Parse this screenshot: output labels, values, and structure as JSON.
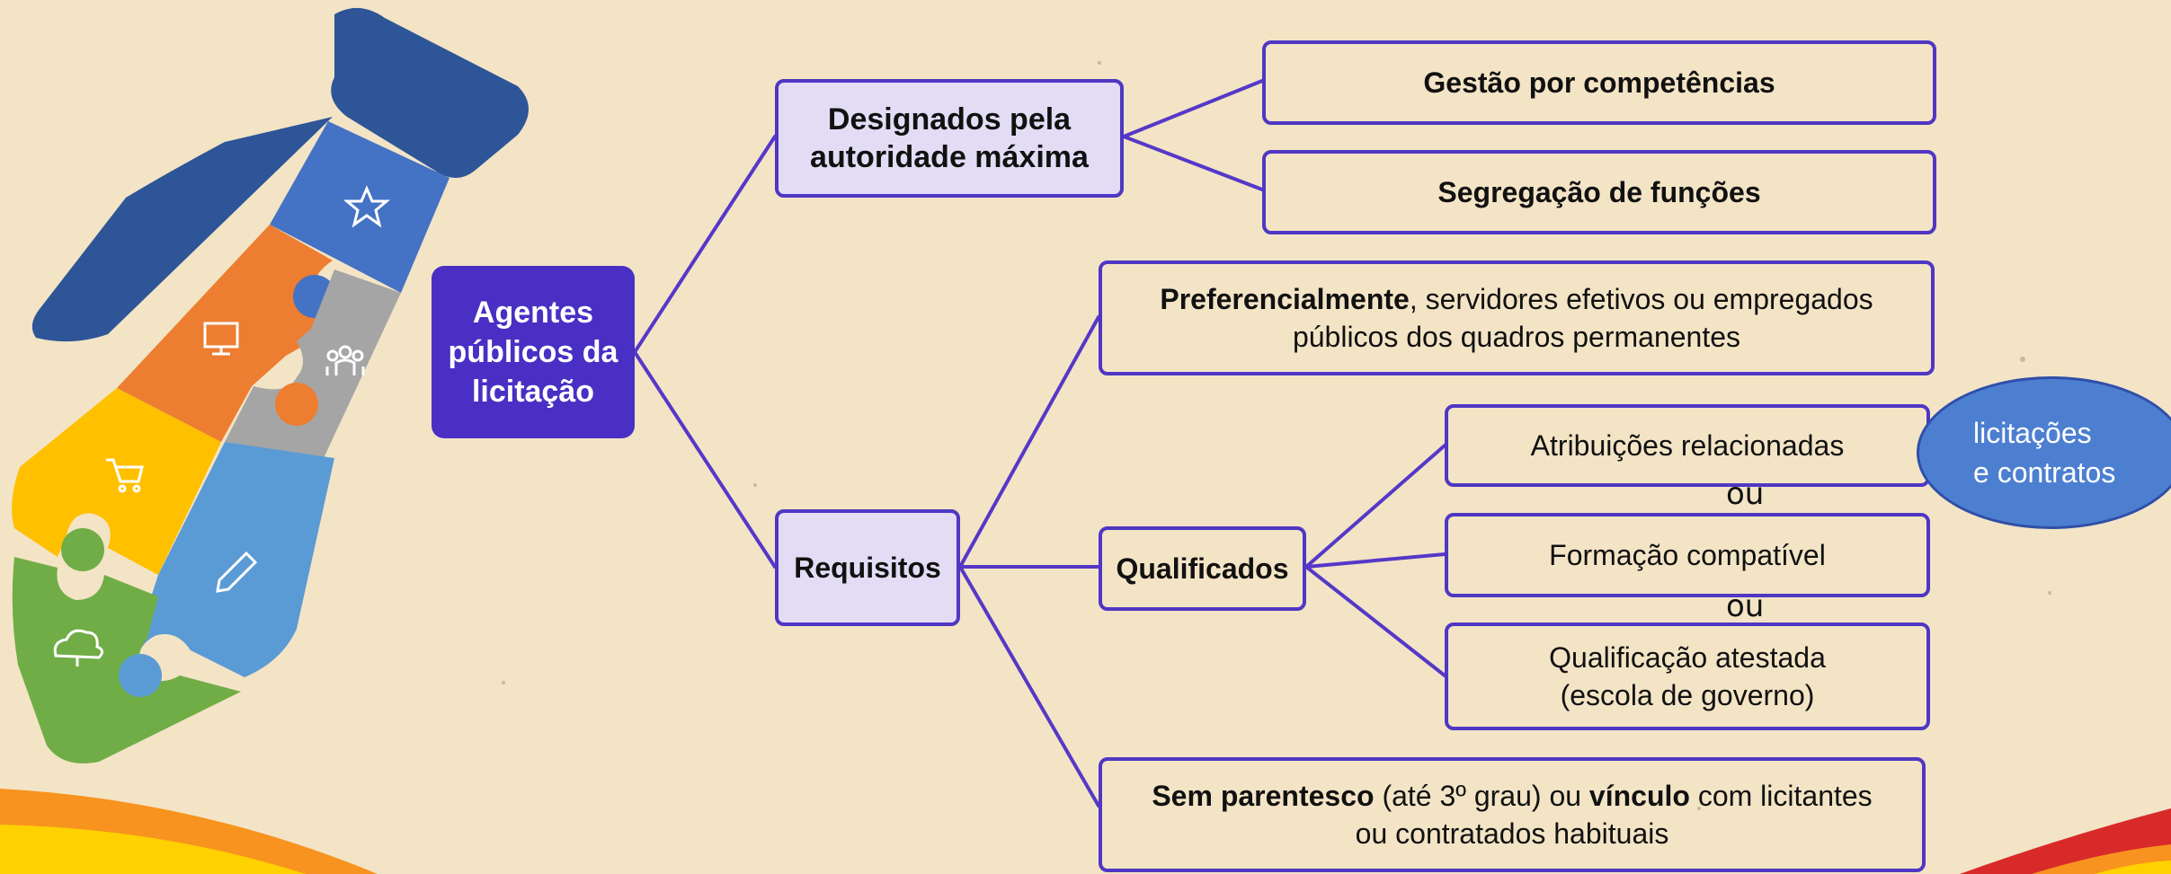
{
  "root": {
    "line1": "Agentes",
    "line2": "públicos da",
    "line3": "licitação"
  },
  "branch_designados": {
    "line1": "Designados pela",
    "line2": "autoridade máxima"
  },
  "gestao": "Gestão por competências",
  "segregacao": "Segregação de funções",
  "branch_requisitos": "Requisitos",
  "preferencial": {
    "bold": "Preferencialmente",
    "rest": ", servidores efetivos ou empregados",
    "line2": "públicos dos quadros permanentes"
  },
  "qualificados": "Qualificados",
  "atribuicoes": "Atribuições relacionadas",
  "ou1": "ou",
  "formacao": "Formação compatível",
  "ou2": "ou",
  "qualificacao": {
    "line1": "Qualificação atestada",
    "line2": "(escola de governo)"
  },
  "parentesco": {
    "bold1": "Sem parentesco",
    "mid": " (até 3º grau) ou ",
    "bold2": "vínculo",
    "rest": " com licitantes",
    "line2": "ou contratados habituais"
  },
  "ellipse": {
    "line1": "licitações",
    "line2": "e contratos"
  },
  "tie_icons": [
    "star-icon",
    "monitor-icon",
    "people-icon",
    "cart-icon",
    "pencil-icon",
    "cloud-icon"
  ],
  "colors": {
    "background": "#f3e4c6",
    "root_fill": "#4a2fc4",
    "box_border": "#4f37c4",
    "box_fill": "#e3dcf5",
    "connector": "#5538c8",
    "ellipse_fill": "#4d7fd1",
    "tie_dark_blue": "#2e5597",
    "tie_blue": "#4472c4",
    "tie_orange": "#ed7d31",
    "tie_gray": "#a5a5a5",
    "tie_yellow": "#ffc000",
    "tie_light_blue": "#5b9bd5",
    "tie_green": "#70ad47",
    "bottom_band_red": "#d92a2a",
    "bottom_band_orange": "#f7931e",
    "bottom_band_yellow": "#ffd100"
  }
}
